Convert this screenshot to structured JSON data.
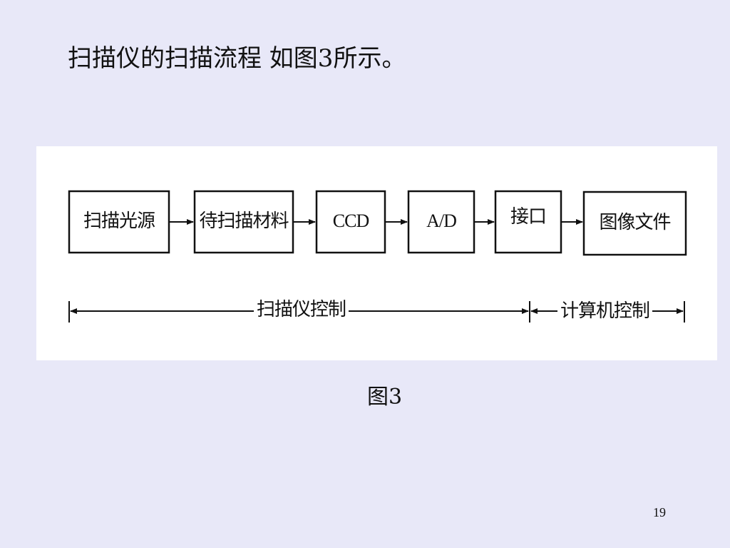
{
  "slide": {
    "title": "扫描仪的扫描流程  如图3所示。",
    "caption": "图3",
    "page_number": "19"
  },
  "diagram": {
    "boxes": [
      {
        "label": "扫描光源"
      },
      {
        "label": "待扫描材料"
      },
      {
        "label": "CCD"
      },
      {
        "label": "A/D"
      },
      {
        "label": "接口"
      },
      {
        "label": "图像文件"
      }
    ],
    "scopes": [
      {
        "label": "扫描仪控制"
      },
      {
        "label": "计算机控制"
      }
    ]
  },
  "colors": {
    "background": "#e8e8f8",
    "panel": "#ffffff",
    "ink": "#111111"
  }
}
